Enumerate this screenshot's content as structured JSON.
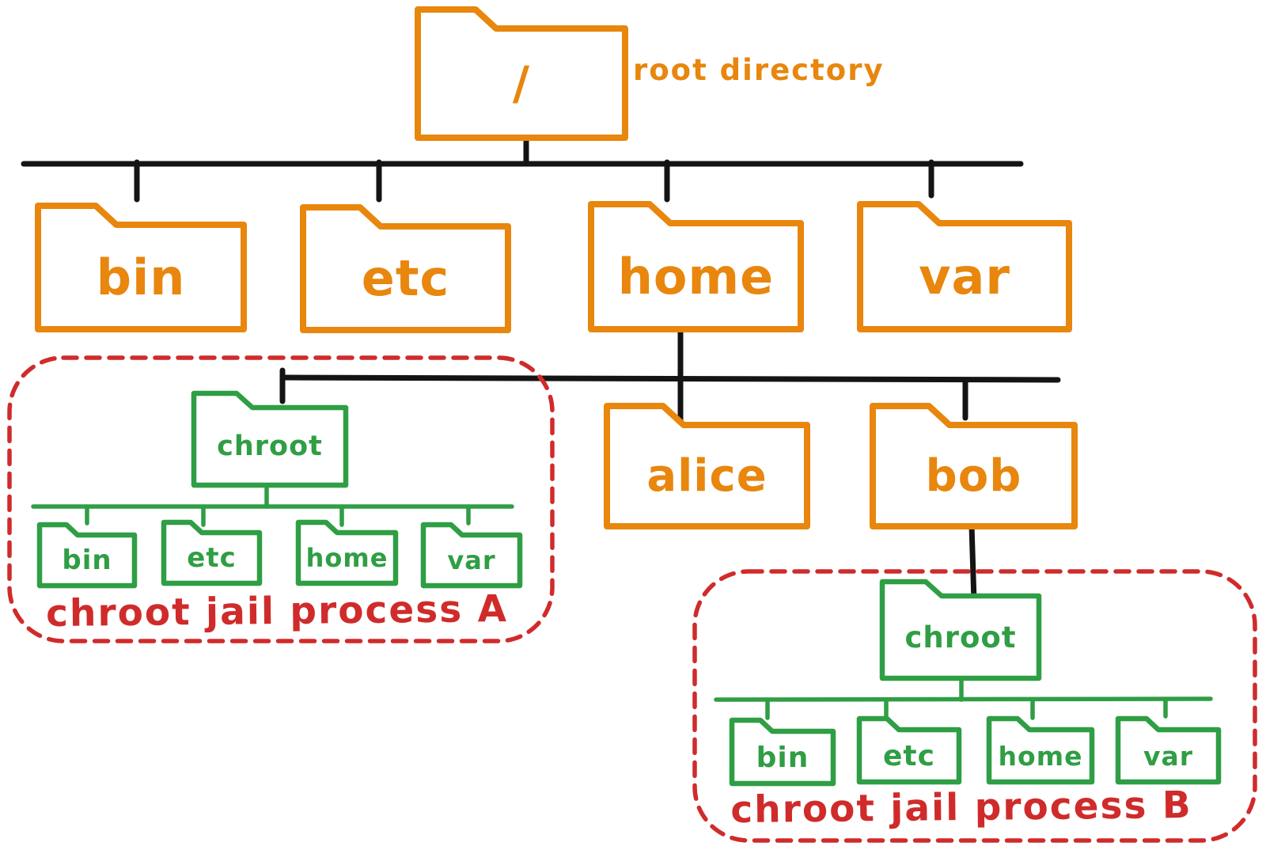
{
  "diagram": {
    "root_label": "/",
    "root_note": "root directory",
    "level1": [
      "bin",
      "etc",
      "home",
      "var"
    ],
    "home_children": [
      "alice",
      "bob"
    ],
    "jail_a": {
      "root": "chroot",
      "children": [
        "bin",
        "etc",
        "home",
        "var"
      ],
      "caption": "chroot jail process A"
    },
    "jail_b": {
      "root": "chroot",
      "children": [
        "bin",
        "etc",
        "home",
        "var"
      ],
      "caption": "chroot jail process B"
    },
    "colors": {
      "folder_orange": "#e8860d",
      "folder_green": "#2f9e44",
      "jail_red": "#d02b2b",
      "line_black": "#141414"
    }
  }
}
